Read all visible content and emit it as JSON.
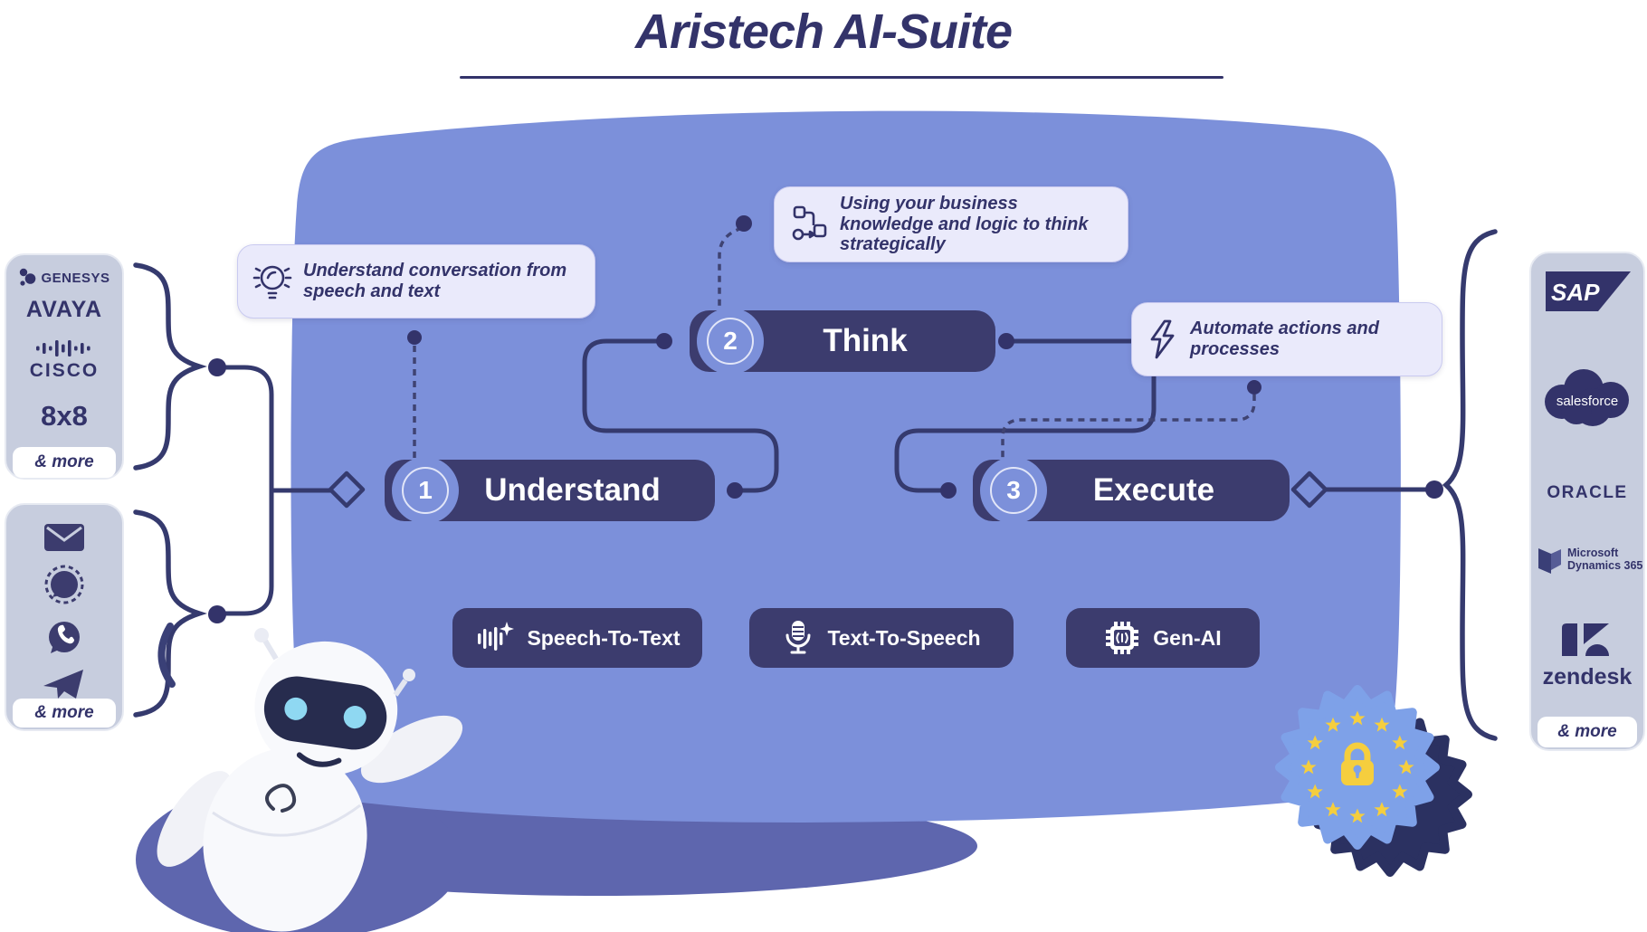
{
  "title": {
    "text": "Aristech AI-Suite"
  },
  "colors": {
    "background_blue": "#7C90DA",
    "navy_text": "#33336A",
    "pill_navy": "#3C3C6E",
    "panel_gray": "#C7CDDE",
    "callout_bg": "#EAEAFB",
    "rosette_blue": "#7EA1E8",
    "star_yellow": "#F5CE3E",
    "shadow_purple": "#5E66AE",
    "robot_eye_blue": "#8FD8F2"
  },
  "callouts": [
    {
      "icon": "lightbulb-icon",
      "text": "Understand conversation from speech and text"
    },
    {
      "icon": "workflow-icon",
      "text": "Using your business knowledge and logic to think strategically"
    },
    {
      "icon": "lightning-icon",
      "text": "Automate actions and processes"
    }
  ],
  "flow": {
    "steps": [
      {
        "number": "1",
        "label": "Understand"
      },
      {
        "number": "2",
        "label": "Think"
      },
      {
        "number": "3",
        "label": "Execute"
      }
    ]
  },
  "capabilities": [
    {
      "icon": "waveform-sparkle-icon",
      "label": "Speech-To-Text"
    },
    {
      "icon": "microphone-icon",
      "label": "Text-To-Speech"
    },
    {
      "icon": "chip-icon",
      "label": "Gen-AI"
    }
  ],
  "integrations_panel": {
    "genesys_label": "GENESYS",
    "avaya_label": "AVAYA",
    "cisco_label": "CISCO",
    "eightxeight_label": "8x8",
    "more_label": "& more"
  },
  "channels_panel": {
    "icons": [
      "email-icon",
      "signal-icon",
      "whatsapp-icon",
      "telegram-icon"
    ],
    "more_label": "& more"
  },
  "crm_panel": {
    "sap_label": "SAP",
    "salesforce_label": "salesforce",
    "oracle_label": "ORACLE",
    "microsoft_line1": "Microsoft",
    "microsoft_line2": "Dynamics 365",
    "zendesk_label": "zendesk",
    "more_label": "& more"
  }
}
